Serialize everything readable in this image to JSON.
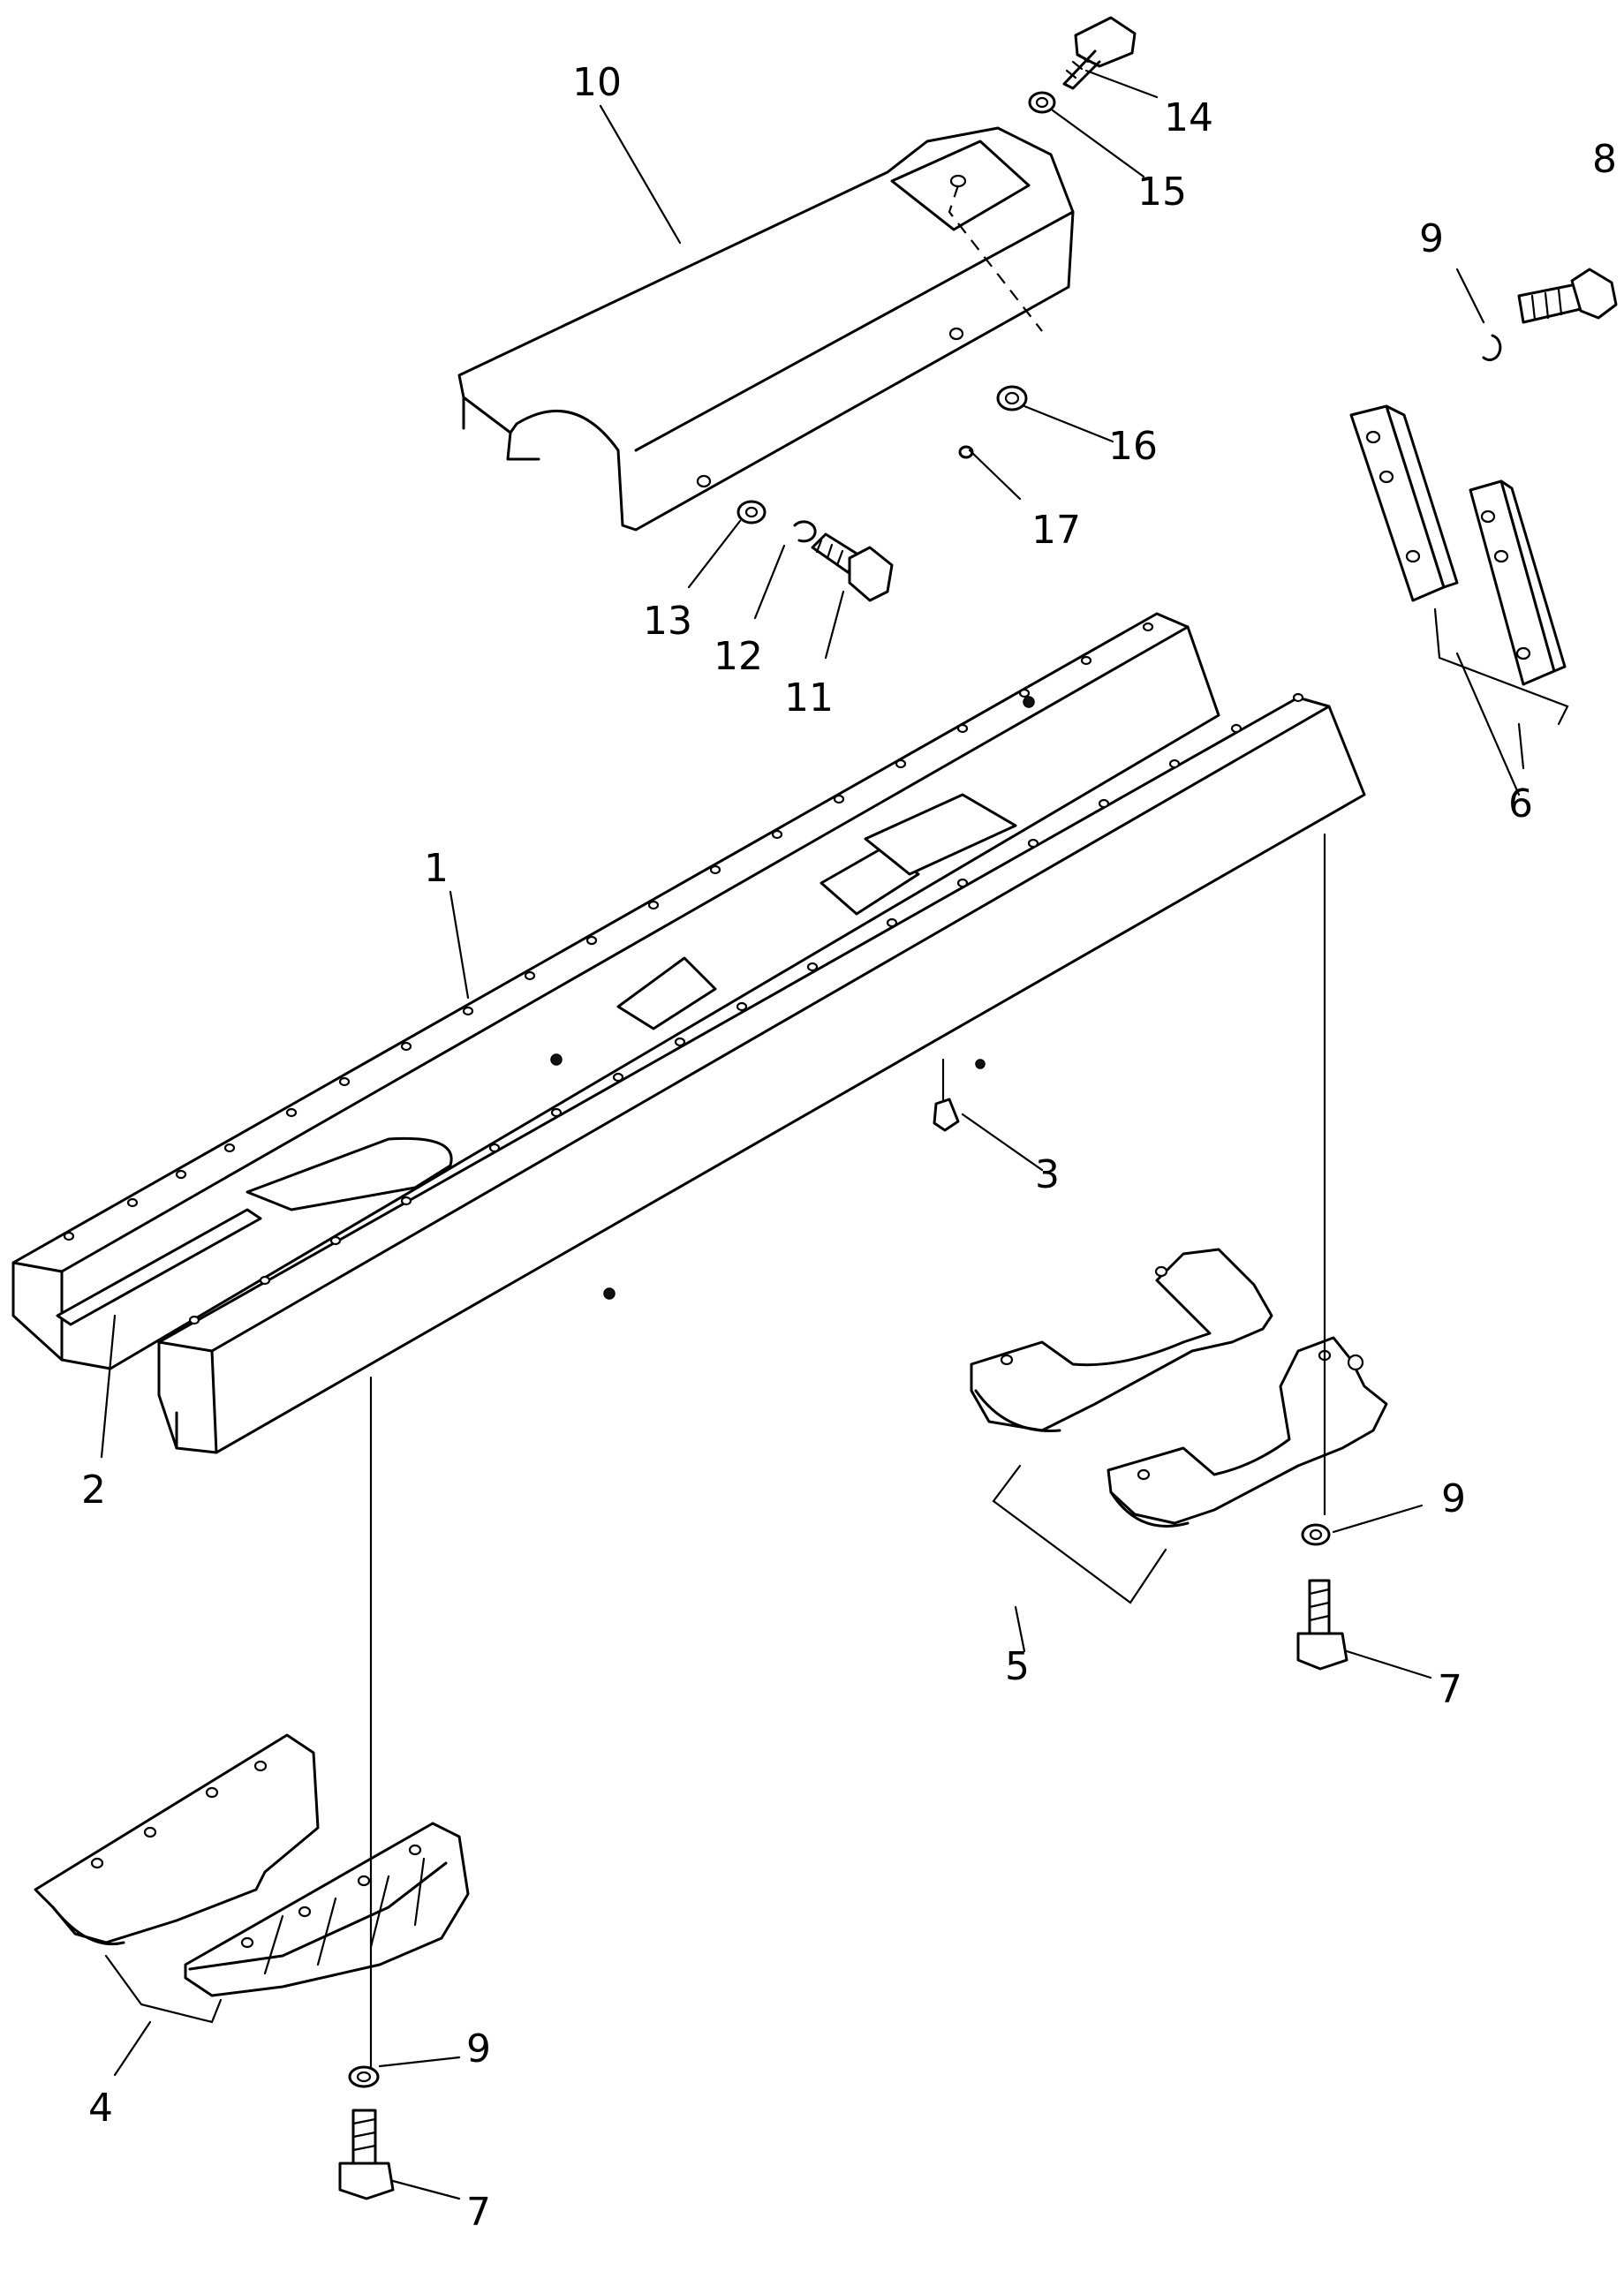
{
  "callouts": {
    "c1": "1",
    "c2": "2",
    "c3": "3",
    "c4": "4",
    "c5": "5",
    "c6": "6",
    "c7a": "7",
    "c7b": "7",
    "c8": "8",
    "c9a": "9",
    "c9b": "9",
    "c9c": "9",
    "c10": "10",
    "c11": "11",
    "c12": "12",
    "c13": "13",
    "c14": "14",
    "c15": "15",
    "c16": "16",
    "c17": "17"
  }
}
